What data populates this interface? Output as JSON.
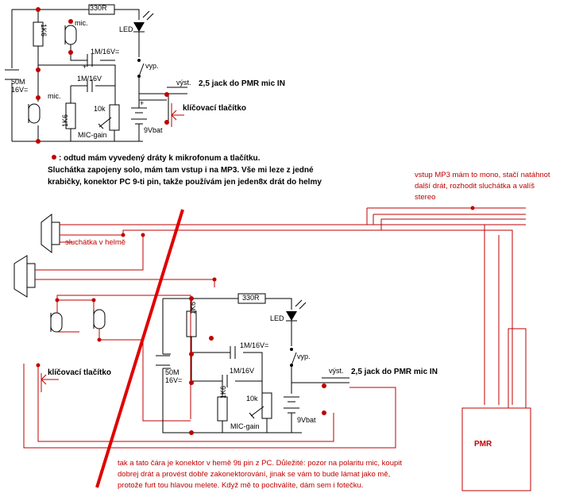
{
  "schematic": {
    "r_top": "330R",
    "r_1k6": "1K6",
    "led": "LED",
    "mic": "mic.",
    "cap_1m": "1M/16V=",
    "cap_1m_b": "1M/16V",
    "pot": "10k",
    "switch": "vyp.",
    "cap_50m_a": "50M",
    "cap_50m_b": "16V=",
    "cap_50m_b2": "16V=",
    "battery": "9Vbat",
    "mic_gain": "MIC-gain",
    "out_pre": "výst.",
    "out_jack": "2,5 jack do PMR mic IN",
    "key_button": "klíčovací tlačítko",
    "plus": "+"
  },
  "notes": {
    "top_line1": ": odtud mám vyvedený dráty k mikrofonum a tlačítku.",
    "top_line2": "Sluchátka zapojeny solo, mám tam vstup i na MP3. Vše mi leze z jedné",
    "top_line3": "krabičky, konektor PC 9-ti pin, takže používám jen jeden8x drát do helmy",
    "mp3_line1": "vstup MP3 mám to mono, stačí natáhnot",
    "mp3_line2": "další drát, rozhodit sluchátka a valíš",
    "mp3_line3": "stereo",
    "headphones": "sluchátka v helmě",
    "pmr": "PMR",
    "bottom_line1": "tak a tato čára je konektor v hemě 9ti pin z PC. Důležité: pozor na polaritu mic, koupit",
    "bottom_line2": "dobrej drát a provést dobře zakonektorování, jinak se vám to bude lámat jako mě,",
    "bottom_line3": "protože furt tou hlavou melete. Když mě to pochválíte, dám sem i fotečku."
  },
  "colors": {
    "wire": "#000000",
    "annotation": "#c00000",
    "background": "#ffffff"
  }
}
